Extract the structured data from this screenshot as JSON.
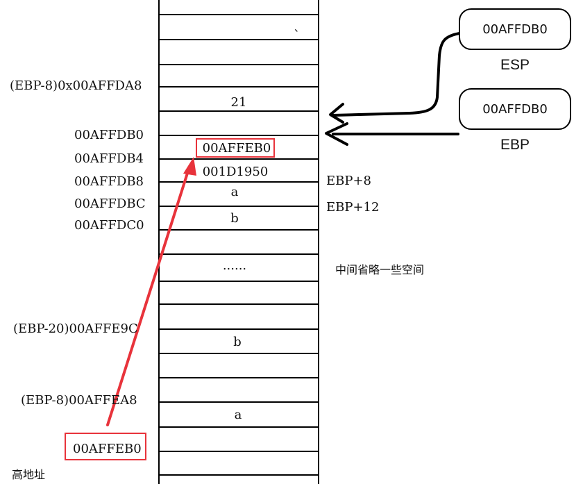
{
  "addresses": {
    "ebp_minus8_top": "(EBP-8)0x00AFFDA8",
    "a_dB0": "00AFFDB0",
    "a_dB4": "00AFFDB4",
    "a_dB8": "00AFFDB8",
    "a_dBC": "00AFFDBC",
    "a_dC0": "00AFFDC0",
    "ebp_minus20": "(EBP-20)00AFFE9C",
    "ebp_minus8_bottom": "(EBP-8)00AFFEA8",
    "bottom_boxed": "00AFFEB0",
    "high_address": "高地址"
  },
  "stack_cells": {
    "tick": "、",
    "v21": "21",
    "saved_ebp": "00AFFEB0",
    "ret_addr": "001D1950",
    "a_top": "a",
    "b_top": "b",
    "ellipsis": "......",
    "b_bottom": "b",
    "a_bottom": "a"
  },
  "side_labels": {
    "ebp_plus8": "EBP+8",
    "ebp_plus12": "EBP+12",
    "omitted": "中间省略一些空间"
  },
  "registers": {
    "esp_value": "00AFFDB0",
    "esp_label": "ESP",
    "ebp_value": "00AFFDB0",
    "ebp_label": "EBP"
  },
  "colors": {
    "highlight": "#e8333b",
    "line": "#000000"
  }
}
